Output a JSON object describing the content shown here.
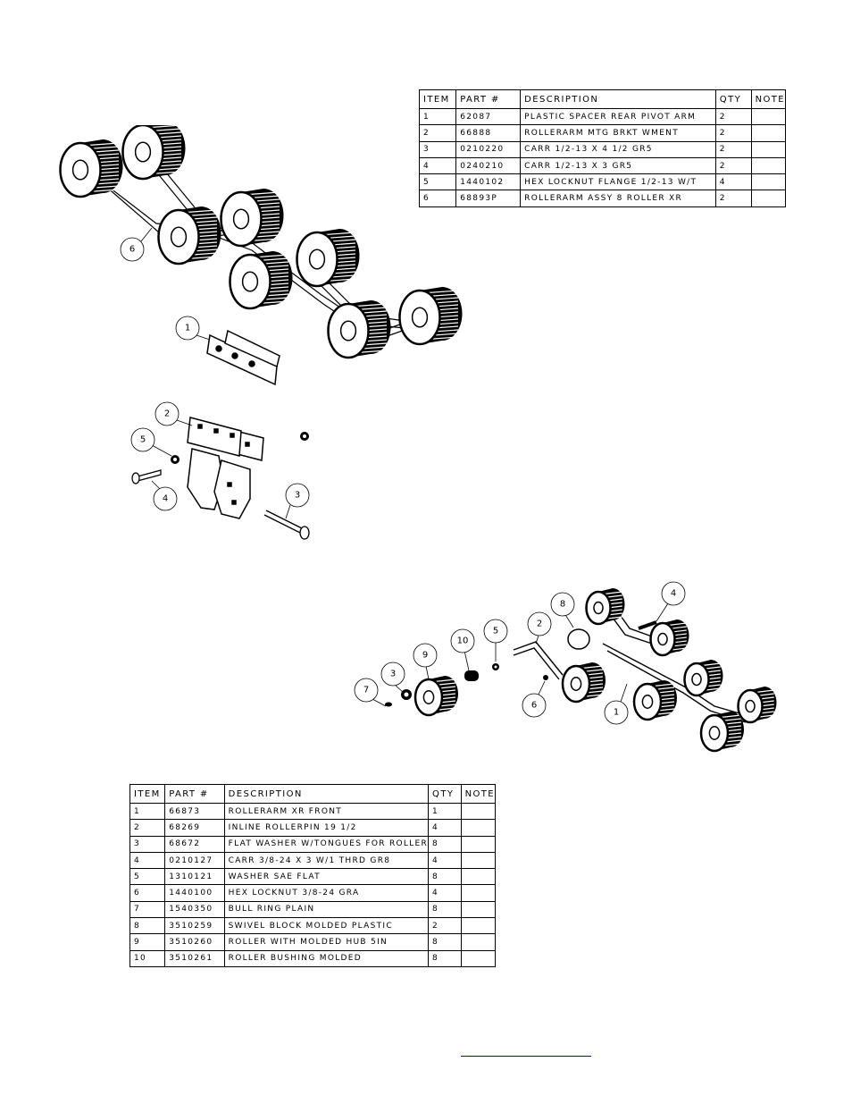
{
  "bom_tables": [
    {
      "name": "rear-pivot-bom",
      "headers": [
        "ITEM",
        "PART #",
        "DESCRIPTION",
        "QTY",
        "NOTE"
      ],
      "rows": [
        [
          "1",
          "62087",
          "PLASTIC SPACER REAR PIVOT ARM",
          "2",
          ""
        ],
        [
          "2",
          "66888",
          "ROLLERARM MTG BRKT WMENT",
          "2",
          ""
        ],
        [
          "3",
          "0210220",
          "CARR 1/2-13 X 4 1/2 GR5",
          "2",
          ""
        ],
        [
          "4",
          "0240210",
          "CARR 1/2-13 X 3 GR5",
          "2",
          ""
        ],
        [
          "5",
          "1440102",
          "HEX LOCKNUT FLANGE 1/2-13 W/T",
          "4",
          ""
        ],
        [
          "6",
          "68893P",
          "ROLLERARM ASSY 8 ROLLER XR",
          "2",
          ""
        ]
      ]
    },
    {
      "name": "front-rollerarm-bom",
      "headers": [
        "ITEM",
        "PART #",
        "DESCRIPTION",
        "QTY",
        "NOTE"
      ],
      "rows": [
        [
          "1",
          "66873",
          "ROLLERARM XR FRONT",
          "1",
          ""
        ],
        [
          "2",
          "68269",
          "INLINE ROLLERPIN 19 1/2",
          "4",
          ""
        ],
        [
          "3",
          "68672",
          "FLAT WASHER W/TONGUES FOR ROLLER",
          "8",
          ""
        ],
        [
          "4",
          "0210127",
          "CARR 3/8-24 X 3 W/1 THRD GR8",
          "4",
          ""
        ],
        [
          "5",
          "1310121",
          "WASHER SAE FLAT",
          "8",
          ""
        ],
        [
          "6",
          "1440100",
          "HEX LOCKNUT 3/8-24 GRA",
          "4",
          ""
        ],
        [
          "7",
          "1540350",
          "BULL RING PLAIN",
          "8",
          ""
        ],
        [
          "8",
          "3510259",
          "SWIVEL BLOCK MOLDED PLASTIC",
          "2",
          ""
        ],
        [
          "9",
          "3510260",
          "ROLLER WITH MOLDED HUB  5IN",
          "8",
          ""
        ],
        [
          "10",
          "3510261",
          "ROLLER BUSHING MOLDED",
          "8",
          ""
        ]
      ]
    }
  ],
  "drawings": {
    "assembly": {
      "callouts": [
        "6",
        "1"
      ]
    },
    "bracket": {
      "callouts": [
        "2",
        "5",
        "4",
        "3"
      ]
    },
    "front_exploded": {
      "callouts": [
        "4",
        "8",
        "2",
        "5",
        "10",
        "9",
        "3",
        "7",
        "6",
        "1"
      ]
    }
  },
  "link": {
    "text": "",
    "color": "#0000cc"
  }
}
